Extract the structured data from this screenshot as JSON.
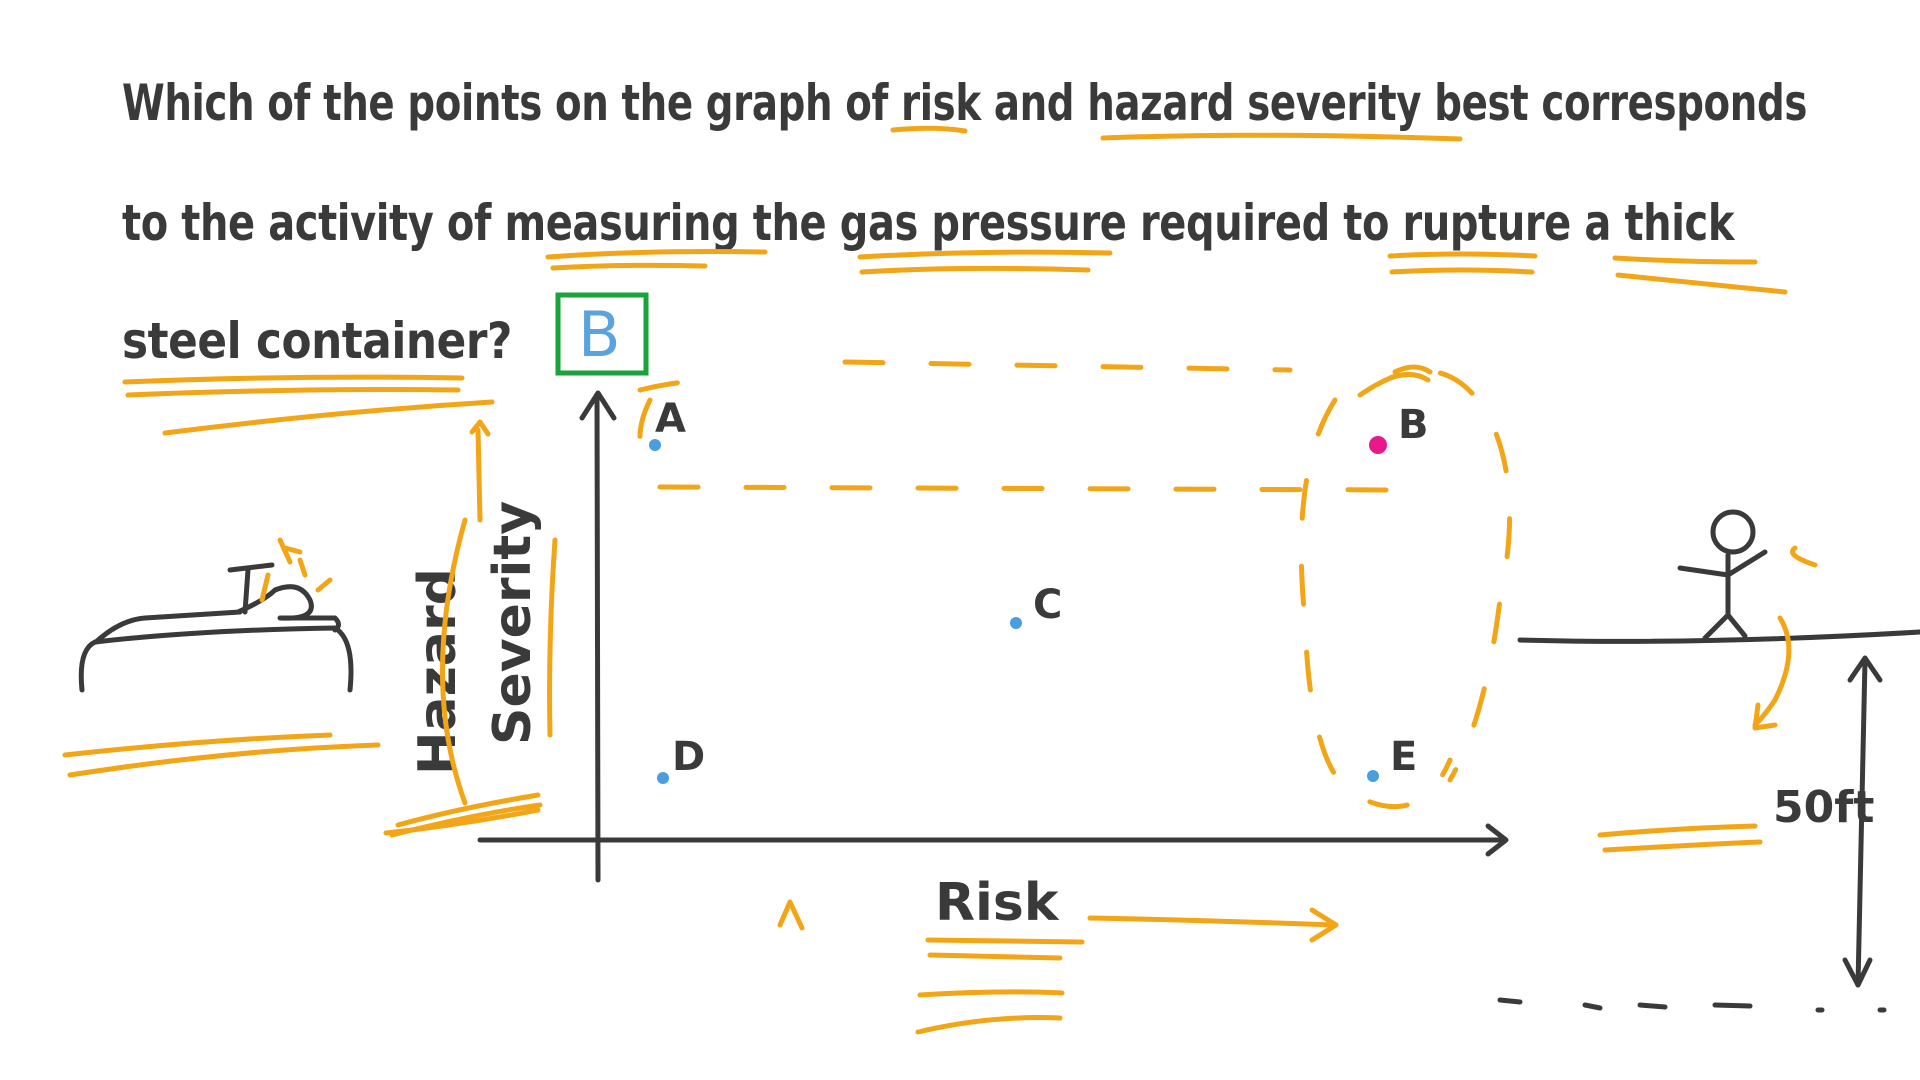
{
  "question": {
    "line1": "Which of the points on the graph of risk and hazard severity best corresponds",
    "line2": "to the activity of measuring the gas pressure required to rupture a thick",
    "line3": "steel container?"
  },
  "answer": {
    "letter": "B",
    "box_color": "#1aa33a",
    "text_color": "#5aa3dd"
  },
  "graph": {
    "x_axis_label": "Risk",
    "y_axis_label_line1": "Hazard",
    "y_axis_label_line2": "Severity",
    "points": [
      {
        "label": "A",
        "color": "#4a9ee0"
      },
      {
        "label": "B",
        "color": "#e8198b"
      },
      {
        "label": "C",
        "color": "#4a9ee0"
      },
      {
        "label": "D",
        "color": "#4a9ee0"
      },
      {
        "label": "E",
        "color": "#4a9ee0"
      }
    ]
  },
  "annotations": {
    "height_label": "50ft"
  },
  "colors": {
    "ink": "#3a3a3a",
    "highlight": "#f2a516"
  }
}
